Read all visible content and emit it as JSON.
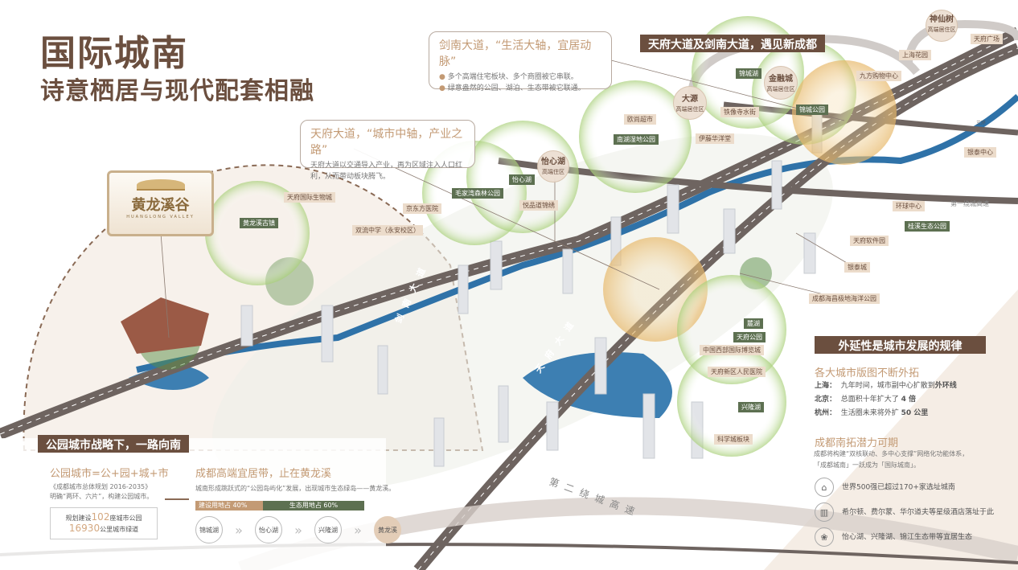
{
  "header": {
    "title": "国际城南",
    "subtitle": "诗意栖居与现代配套相融"
  },
  "logo": {
    "name": "黄龙溪谷",
    "tagline": "HUANGLONG VALLEY"
  },
  "callouts": {
    "jiannan": {
      "title": "剑南大道，“生活大轴，宜居动脉”",
      "bullets": [
        "多个高端住宅板块、多个商圈被它串联。",
        "绿意盎然的公园、湖泊、生态带被它联通。"
      ]
    },
    "tianfu": {
      "title": "天府大道，“城市中轴，产业之路”",
      "text": "天府大道以交通导入产业，再为区域注入人口红利，从而带动板块腾飞。"
    }
  },
  "banner_top": "天府大道及剑南大道，遇见新成都",
  "roads": {
    "jiannan": "剑南大道",
    "tianfu": "天府大道",
    "ring2": "第二绕城高速",
    "ring1": "第一绕城高速",
    "ring3": "三环"
  },
  "map_labels": {
    "tan": [
      "天府国际生物城",
      "双流中学（永安校区）",
      "京东方医院",
      "悦品道锦绣",
      "欧尚超市",
      "铁像寺水街",
      "伊藤华洋堂",
      "九方购物中心",
      "上海花园",
      "天府广场",
      "银泰中心",
      "环球中心",
      "天府软件园",
      "银泰城",
      "成都海昌极地海洋公园",
      "中国西部国际博览城",
      "天府新区人民医院",
      "科学城板块"
    ],
    "green": [
      "黄龙溪古镇",
      "毛家湾森林公园",
      "怡心湖",
      "南湖湿地公园",
      "锦城湖",
      "锦城公园",
      "桂溪生态公园",
      "麓湖",
      "天府公园",
      "兴隆湖"
    ]
  },
  "districts": [
    {
      "name": "怡心湖",
      "sub": "高端住区"
    },
    {
      "name": "大源",
      "sub": "高端居住区"
    },
    {
      "name": "金融城",
      "sub": "高端居住区"
    },
    {
      "name": "神仙树",
      "sub": "高端居住区"
    }
  ],
  "bottom_left": {
    "banner": "公园城市战略下，一路向南",
    "formula": "公园城市=公+园+城+市",
    "formula_text": [
      "《成都城市总体规划 2016-2035》",
      "明确“两环、六片”，构建公园城市。"
    ],
    "plan_prefix": "规划建设",
    "parks_num": "102",
    "parks_suffix": "座城市公园",
    "green_num": "16930",
    "green_suffix": "公里城市绿道",
    "belt_title": "成都高端宜居带，止在黄龙溪",
    "belt_text": "城南形成跳跃式的“公园岛屿化”发展，出现城市生态绿岛——黄龙溪。",
    "build_label": "建设用地占 40%",
    "build_pct": 40,
    "eco_label": "生态用地占 60%",
    "eco_pct": 60,
    "steps": [
      "锦城湖",
      "怡心湖",
      "兴隆湖",
      "黄龙溪"
    ]
  },
  "right_panel": {
    "banner": "外延性是城市发展的规律",
    "h1": "各大城市版图不断外拓",
    "cities": [
      {
        "city": "上海：",
        "text": "九年时间，城市副中心扩散到",
        "bold": "外环线"
      },
      {
        "city": "北京：",
        "text": "总面积十年扩大了",
        "bold": "4 倍"
      },
      {
        "city": "杭州：",
        "text": "生活圈未来将外扩",
        "bold": "50 公里"
      }
    ],
    "h2": "成都南拓潜力可期",
    "text": [
      "成都将构建“双核联动、多中心支撑”网络化功能体系，",
      "「成都城南」一跃成为「国际城南」。"
    ],
    "items": [
      {
        "icon": "house-icon",
        "text": "世界500强已超过170+家选址城南"
      },
      {
        "icon": "building-icon",
        "text": "希尔顿、费尔蒙、华尔道夫等星级酒店落址于此"
      },
      {
        "icon": "leaf-icon",
        "text": "怡心湖、兴隆湖、锦江生态带等宜居生态"
      }
    ]
  },
  "colors": {
    "brown": "#6b4f3f",
    "tan": "#c39a74",
    "green": "#5d7051",
    "road": "#6e6460"
  }
}
